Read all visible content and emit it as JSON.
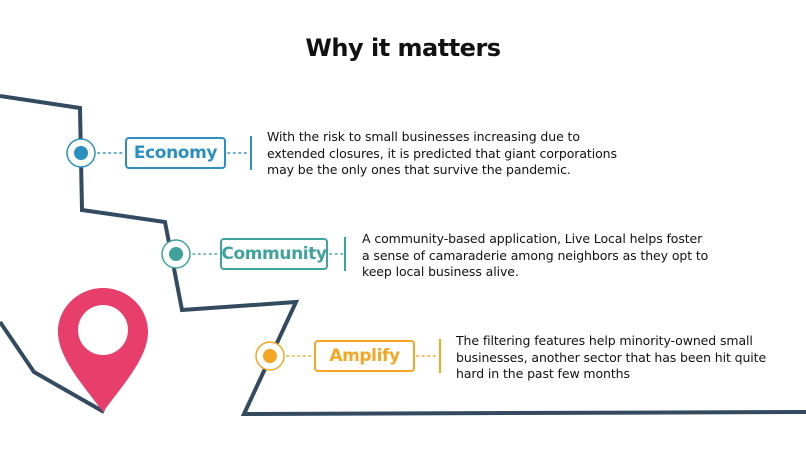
{
  "title": "Why it matters",
  "colors": {
    "route": "#344a5f",
    "pin": "#e83e6b",
    "economy": "#2b8fc0",
    "community": "#3fa29c",
    "amplify": "#f5a623"
  },
  "items": [
    {
      "label": "Economy",
      "description": [
        "With the risk to small businesses increasing due to",
        "extended closures, it is predicted that giant corporations",
        "may be the only ones that survive the pandemic."
      ]
    },
    {
      "label": "Community",
      "description": [
        "A community-based application, Live Local helps foster",
        "a sense of camaraderie among neighbors as they opt to",
        "keep local business alive."
      ]
    },
    {
      "label": "Amplify",
      "description": [
        "The filtering features help minority-owned small",
        "businesses, another sector that has been hit quite",
        "hard in the past few months"
      ]
    }
  ]
}
